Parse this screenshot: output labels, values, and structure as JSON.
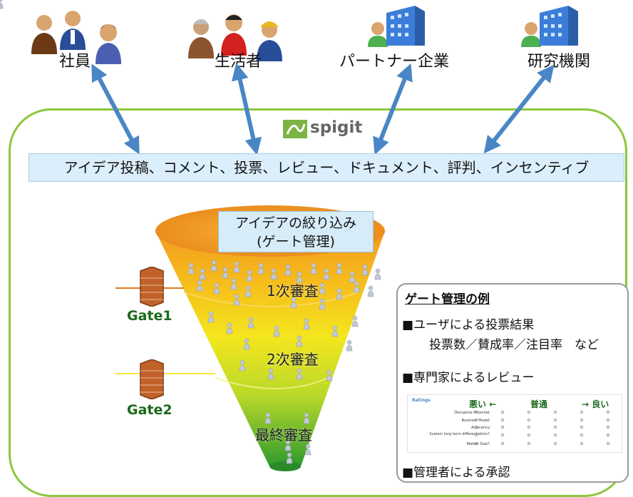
{
  "groups": [
    {
      "label": "社員"
    },
    {
      "label": "生活者"
    },
    {
      "label": "パートナー企業"
    },
    {
      "label": "研究機関"
    }
  ],
  "logo": {
    "text": "spigit"
  },
  "banner": {
    "text": "アイデア投稿、コメント、投票、レビュー、ドキュメント、評判、インセンティブ"
  },
  "funnel": {
    "title_line1": "アイデアの絞り込み",
    "title_line2": "(ゲート管理)",
    "stages": [
      "1次審査",
      "2次審査",
      "最終審査"
    ]
  },
  "gates": [
    "Gate1",
    "Gate2"
  ],
  "panel": {
    "title": "ゲート管理の例",
    "item1": "■ユーザによる投票結果",
    "item1_sub": "投票数／賛成率／注目率　など",
    "item2": "■専門家によるレビュー",
    "item3": "■管理者による承認",
    "ratings": {
      "label": "Ratings",
      "bad": "悪い ←",
      "neutral": "普通",
      "good": "→ 良い",
      "rows": [
        "Disruptive Potential:",
        "Business Model:",
        "Adjacency:",
        "Sustain long term differentiation?:",
        "Market Size?:"
      ]
    }
  },
  "colors": {
    "frame": "#8dc63f",
    "arrow": "#4a86c5",
    "gate_label": "#1a6a1a",
    "funnel_top": "#f39a1e",
    "funnel_bottom": "#2e9a2e"
  }
}
